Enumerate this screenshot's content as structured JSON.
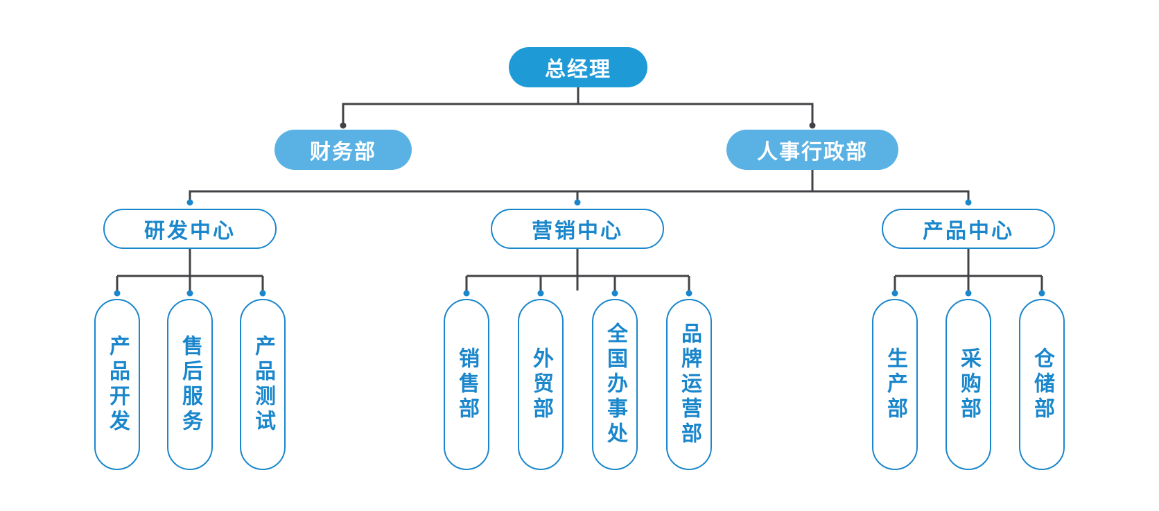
{
  "diagram": {
    "type": "org-chart",
    "root": {
      "label": "总经理"
    },
    "level2": [
      {
        "label": "财务部"
      },
      {
        "label": "人事行政部"
      }
    ],
    "centers": [
      {
        "label": "研发中心"
      },
      {
        "label": "营销中心"
      },
      {
        "label": "产品中心"
      }
    ],
    "departments": {
      "rd": [
        {
          "label": "产品开发"
        },
        {
          "label": "售后服务"
        },
        {
          "label": "产品测试"
        }
      ],
      "marketing": [
        {
          "label": "销售部"
        },
        {
          "label": "外贸部"
        },
        {
          "label": "全国办事处"
        },
        {
          "label": "品牌运营部"
        }
      ],
      "product": [
        {
          "label": "生产部"
        },
        {
          "label": "采购部"
        },
        {
          "label": "仓储部"
        }
      ]
    },
    "colors": {
      "root_fill": "#1e9ad7",
      "level2_fill": "#5ab2e4",
      "outline_blue": "#1a86cb",
      "text_blue": "#1a86cb",
      "dot_blue": "#1a86cb",
      "connector_dark": "#404245",
      "dot_dark": "#404245",
      "background": "#ffffff"
    }
  }
}
